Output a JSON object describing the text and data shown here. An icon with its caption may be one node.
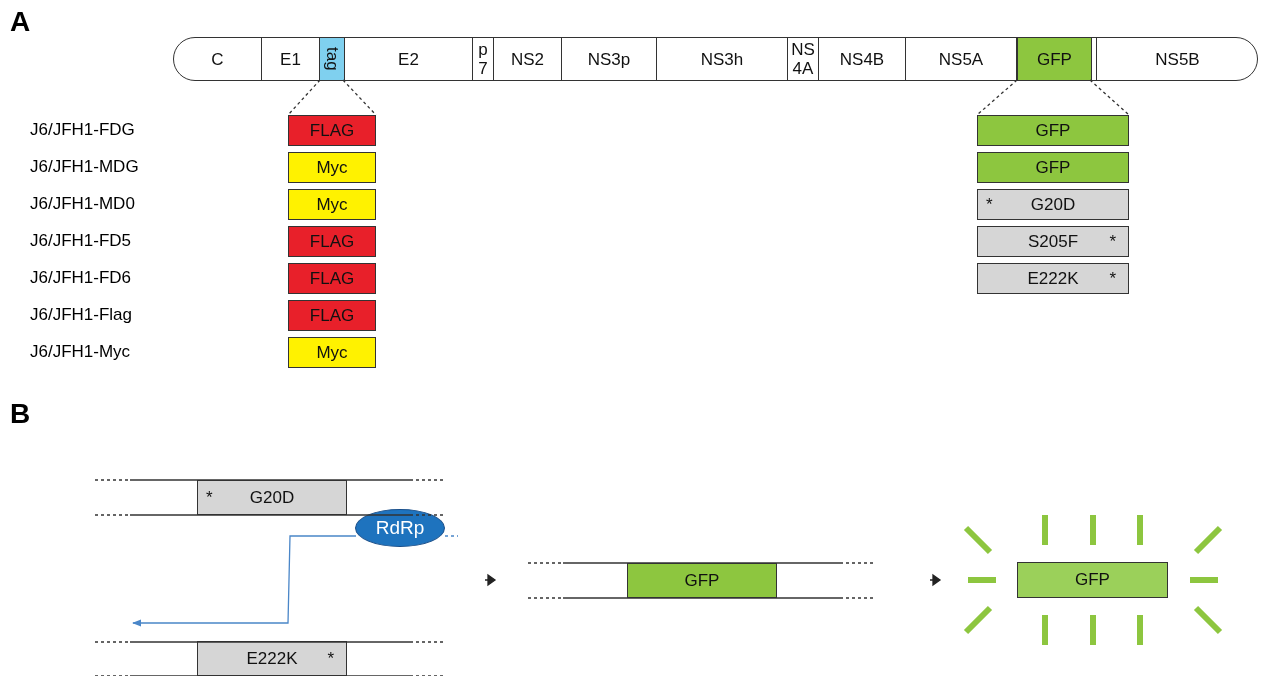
{
  "diagram": {
    "nodes": [
      {
        "text": [],
        "shape": "bar"
      },
      {
        "text": [
          "C"
        ],
        "in": 0
      },
      {
        "text": [
          "E1"
        ],
        "in": 0
      },
      {
        "text": [
          "tag"
        ],
        "in": 0
      },
      {
        "text": [
          "E2"
        ],
        "in": 0
      },
      {
        "text": [
          "p7"
        ],
        "in": 0
      },
      {
        "text": [
          "NS2"
        ],
        "in": 0
      },
      {
        "text": [
          "NS3p"
        ],
        "in": 0
      },
      {
        "text": [
          "NS3h"
        ],
        "in": 0
      },
      {
        "text": [
          "NS4A"
        ],
        "in": 0
      },
      {
        "text": [
          "NS4B"
        ],
        "in": 0
      },
      {
        "text": [
          "NS5A"
        ],
        "in": 0
      },
      {
        "text": [
          "GFP"
        ],
        "in": 0
      },
      {
        "text": [
          "NS5B"
        ],
        "in": 0
      },
      {
        "text": [
          "FLAG"
        ]
      },
      {
        "text": [
          "Myc"
        ]
      },
      {
        "text": [
          "Myc"
        ]
      },
      {
        "text": [
          "FLAG"
        ]
      },
      {
        "text": [
          "FLAG"
        ]
      },
      {
        "text": [
          "FLAG"
        ]
      },
      {
        "text": [
          "Myc"
        ]
      },
      {
        "text": [
          "GFP"
        ]
      },
      {
        "text": [
          "GFP"
        ]
      },
      {
        "text": [
          "*",
          "G20D"
        ]
      },
      {
        "text": [
          "S205F",
          "*"
        ]
      },
      {
        "text": [
          "E222K",
          "*"
        ]
      },
      {
        "text": [
          "*",
          "G20D"
        ]
      },
      {
        "text": [
          "E222K",
          "*"
        ]
      },
      {
        "text": [
          "RdRp"
        ]
      },
      {
        "text": [
          "GFP"
        ]
      },
      {
        "text": [
          "GFP"
        ]
      }
    ],
    "edges": [
      {
        "from": 3,
        "to": 14,
        "arrow": "none",
        "style": "dashed"
      },
      {
        "from": 3,
        "to": 14,
        "arrow": "none",
        "style": "dashed"
      },
      {
        "from": 12,
        "to": 21,
        "arrow": "none",
        "style": "dashed"
      },
      {
        "from": 12,
        "to": 21,
        "arrow": "none",
        "style": "dashed"
      },
      {
        "from": 28,
        "to": 27,
        "arrow": "to",
        "color": "#4a86c8"
      }
    ],
    "labels": [
      "A",
      "J6/JFH1-FDG",
      "J6/JFH1-MDG",
      "J6/JFH1-MD0",
      "J6/JFH1-FD5",
      "J6/JFH1-FD6",
      "J6/JFH1-Flag",
      "J6/JFH1-Myc",
      "B"
    ]
  }
}
